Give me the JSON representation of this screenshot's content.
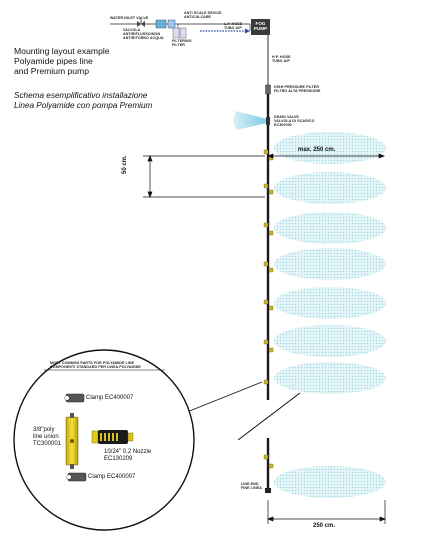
{
  "header": {
    "title_lines": [
      "Mounting layout example",
      "Polyamide pipes line",
      "and Premium pump"
    ],
    "subtitle_lines": [
      "Schema esemplificativo installazione",
      "Linea Polyamide con pompa Premium"
    ]
  },
  "top_labels": {
    "water_inlet": "WATER INLET VALVE",
    "valve_line1": "VALVOLA",
    "valve_line2": "ANTIRIFLUSSO/NON",
    "valve_line3": "ANTIRITORNO ACQUA",
    "softener_line1": "ANTI SCALE DEVICE",
    "softener_line2": "ANTICALCARE",
    "filter_line1": "FILTERING",
    "filter_line2": "FILTER",
    "lp_hose_line1": "L.P. HOSE",
    "lp_hose_line2": "TUBO A/P",
    "pump_line1": "FOG",
    "pump_line2": "PUMP",
    "hp_hose_line1": "H.P. HOSE",
    "hp_hose_line2": "TUBO A/P",
    "hp_filter_line1": "HIGH PRESSURE FILTER",
    "hp_filter_line2": "FILTRO ALTA PRESSIONE",
    "drain_line1": "DRAIN VALVE",
    "drain_line2": "VALVOLA DI SCARICO",
    "drain_line3": "EC300000",
    "line_end_line1": "LINE END",
    "line_end_line2": "FINE LINEA"
  },
  "dimensions": {
    "max_width": "max. 250 cm.",
    "spacing": "50 cm.",
    "bottom_width": "250 cm."
  },
  "detail": {
    "header_line1": "MOST COMMON PARTS FOR POLYAMIDE LINE",
    "header_line2": "COMPONENTI STANDARD PER LINEA POLYAMIDE",
    "clamp_top": "Clamp EC400007",
    "union_line1": "3/8\"poly",
    "union_line2": "line union",
    "union_line3": "TC300001",
    "nozzle_line1": "10/24\" 0.2 Nozzle",
    "nozzle_line2": "EC130209",
    "clamp_bottom": "Clamp EC400007"
  },
  "colors": {
    "mist": "#d8f0f3",
    "pipe": "#1a1a1a",
    "nozzle": "#c8b42a",
    "union": "#ecd51f",
    "spray": "#8fd4ea"
  }
}
